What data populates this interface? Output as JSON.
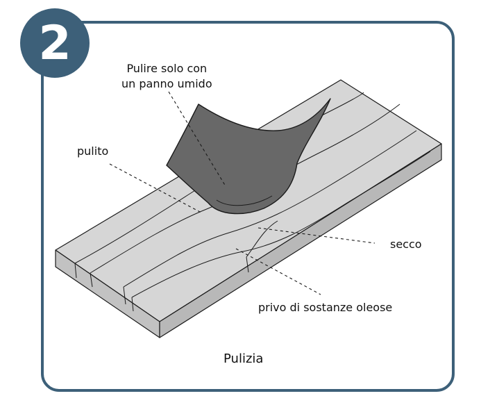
{
  "step": {
    "number": "2"
  },
  "labels": {
    "cloth_line1": "Pulire solo con",
    "cloth_line2": "un panno umido",
    "clean": "pulito",
    "dry": "secco",
    "oil_free": "privo di sostanze oleose"
  },
  "caption": "Pulizia",
  "colors": {
    "frame": "#3d6079",
    "board_top": "#d6d6d6",
    "board_side": "#bdbdbd",
    "cloth": "#686868",
    "outline": "#1a1a1a"
  }
}
